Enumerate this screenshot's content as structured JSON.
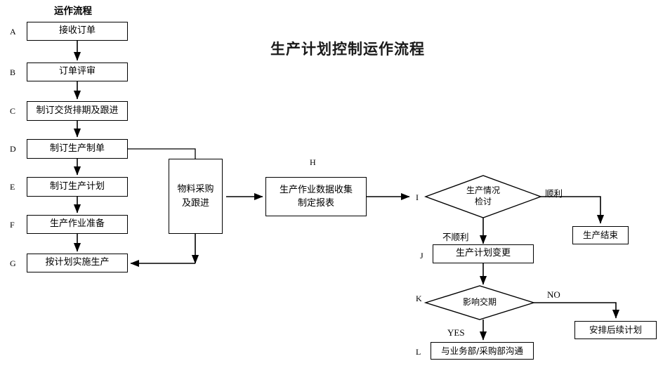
{
  "title": "生产计划控制运作流程",
  "column_header": "运作流程",
  "nodes": [
    {
      "tag": "A",
      "label": "接收订单"
    },
    {
      "tag": "B",
      "label": "订单评审"
    },
    {
      "tag": "C",
      "label": "制订交货排期及跟进"
    },
    {
      "tag": "D",
      "label": "制订生产制单"
    },
    {
      "tag": "E",
      "label": "制订生产计划"
    },
    {
      "tag": "F",
      "label": "生产作业准备"
    },
    {
      "tag": "G",
      "label": "按计划实施生产"
    },
    {
      "tag": "H",
      "label_line1": "生产作业数据收集",
      "label_line2": "制定报表"
    },
    {
      "tag": "I",
      "label_line1": "生产情况",
      "label_line2": "检讨"
    },
    {
      "tag": "J",
      "label": "生产计划变更"
    },
    {
      "tag": "K",
      "label": "影响交期"
    },
    {
      "tag": "L",
      "label": "与业务部/采购部沟通"
    }
  ],
  "material_box": {
    "label_line1": "物料采购",
    "label_line2": "及跟进"
  },
  "end_box": {
    "label": "生产结束"
  },
  "followup_box": {
    "label": "安排后续计划"
  },
  "edge_labels": {
    "smooth": "顺利",
    "not_smooth": "不顺利",
    "no": "NO",
    "yes": "YES"
  },
  "colors": {
    "line": "#000000",
    "background": "#ffffff",
    "text": "#000000"
  }
}
